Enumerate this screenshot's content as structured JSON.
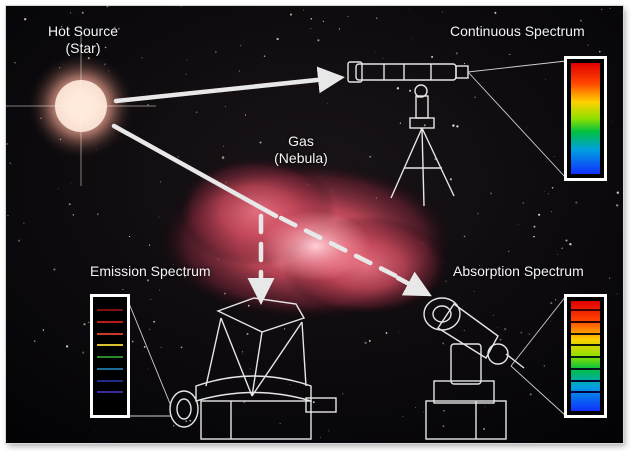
{
  "labels": {
    "hot_source_line1": "Hot Source",
    "hot_source_line2": "(Star)",
    "gas_line1": "Gas",
    "gas_line2": "(Nebula)",
    "continuous": "Continuous Spectrum",
    "emission": "Emission Spectrum",
    "absorption": "Absorption Spectrum"
  },
  "colors": {
    "background": "#06060a",
    "nebula": "#c84a5c",
    "star_glow": "#ffe6cf",
    "arrows": "#e8e8e8",
    "drawing_lines": "#e6e6e6"
  },
  "emission_lines": [
    "#7a1010",
    "#b81a1a",
    "#c83a2a",
    "#d8c030",
    "#2a8a2a",
    "#1a6a9a",
    "#202a8a",
    "#3a2a9a"
  ],
  "absorption_lines": [
    "#3a0000",
    "#2a0500",
    "#201000",
    "#101a00",
    "#002010",
    "#001020",
    "#000530",
    "#050040"
  ],
  "icons": {
    "star": "glowing-star-icon",
    "refractor": "refractor-telescope-icon",
    "tripod": "tripod-icon",
    "large_telescope": "large-telescope-icon",
    "mount_telescope": "equatorial-telescope-icon"
  }
}
